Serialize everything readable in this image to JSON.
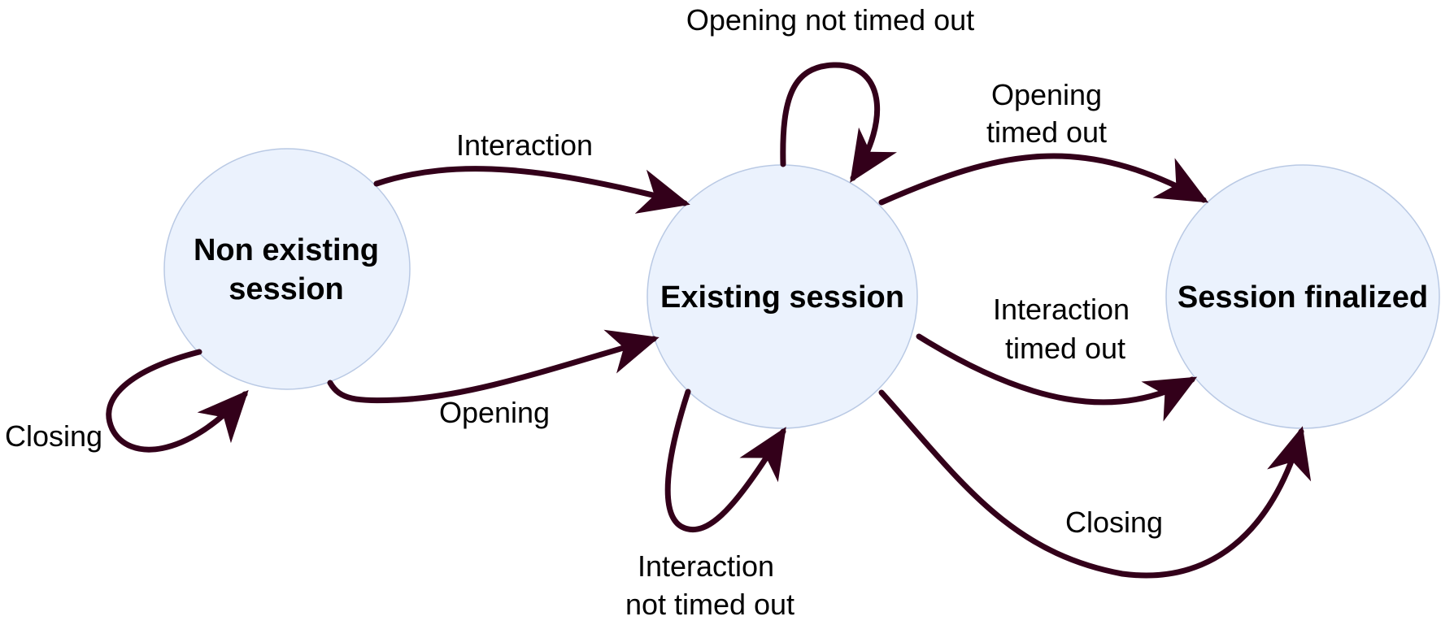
{
  "colors": {
    "node_fill": "#ebf2fd",
    "node_stroke": "#b9c9e4",
    "edge": "#33001a",
    "text": "#000000"
  },
  "states": {
    "non_existing": {
      "line1": "Non existing",
      "line2": "session"
    },
    "existing": {
      "label": "Existing session"
    },
    "finalized": {
      "label": "Session finalized"
    }
  },
  "transitions": {
    "non_to_existing_interaction": "Interaction",
    "non_to_existing_opening": "Opening",
    "non_self_closing": "Closing",
    "existing_self_opening": "Opening not timed out",
    "existing_self_interaction": {
      "line1": "Interaction",
      "line2": "not timed out"
    },
    "existing_to_final_opening": {
      "line1": "Opening",
      "line2": "timed out"
    },
    "existing_to_final_interaction": {
      "line1": "Interaction",
      "line2": "timed out"
    },
    "existing_to_final_closing": "Closing"
  }
}
